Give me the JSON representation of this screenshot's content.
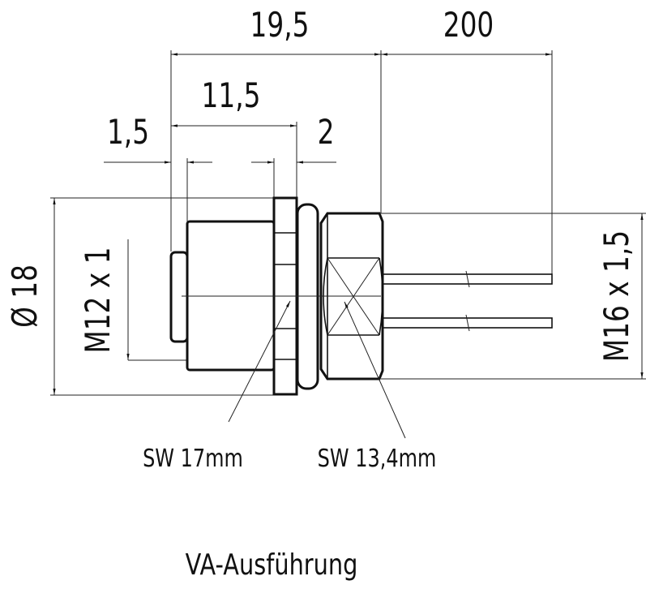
{
  "dimensions": {
    "overall_length": "19,5",
    "cable_length": "200",
    "body_length": "11,5",
    "pin_offset": "1,5",
    "nut_width": "2",
    "diameter": "Ø 18",
    "front_thread": "M12 x 1",
    "rear_thread": "M16 x 1,5"
  },
  "labels": {
    "wrench_front": "SW 17mm",
    "wrench_rear": "SW 13,4mm",
    "caption": "VA-Ausführung"
  }
}
